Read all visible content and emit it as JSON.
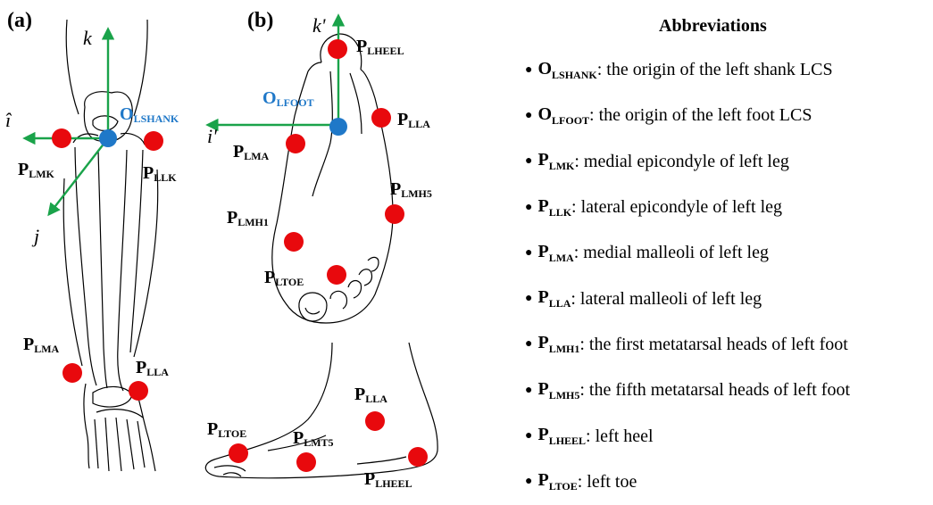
{
  "panels": {
    "a": "(a)",
    "b": "(b)"
  },
  "colors": {
    "marker": "#e8090d",
    "origin": "#1f78c8",
    "axis": "#1aa34a"
  },
  "axes_a": {
    "k": "k",
    "i": "î",
    "j": "j"
  },
  "axes_b": {
    "k": "k'",
    "i": "i'"
  },
  "origins": {
    "shank": {
      "main": "O",
      "sub": "LSHANK"
    },
    "foot": {
      "main": "O",
      "sub": "LFOOT"
    }
  },
  "labels_a": {
    "lmk": {
      "main": "P",
      "sub": "LMK"
    },
    "llk": {
      "main": "P",
      "sub": "LLK"
    },
    "lma": {
      "main": "P",
      "sub": "LMA"
    },
    "lla": {
      "main": "P",
      "sub": "LLA"
    }
  },
  "labels_b_top": {
    "lheel": {
      "main": "P",
      "sub": "LHEEL"
    },
    "lla": {
      "main": "P",
      "sub": "LLA"
    },
    "lma": {
      "main": "P",
      "sub": "LMA"
    },
    "lmh5": {
      "main": "P",
      "sub": "LMH5"
    },
    "lmh1": {
      "main": "P",
      "sub": "LMH1"
    },
    "ltoe": {
      "main": "P",
      "sub": "LTOE"
    }
  },
  "labels_b_side": {
    "lla": {
      "main": "P",
      "sub": "LLA"
    },
    "ltoe": {
      "main": "P",
      "sub": "LTOE"
    },
    "lmt5": {
      "main": "P",
      "sub": "LMT5"
    },
    "lheel": {
      "main": "P",
      "sub": "LHEEL"
    }
  },
  "abbreviations": {
    "title": "Abbreviations",
    "items": [
      {
        "main": "O",
        "sub": "LSHANK",
        "desc": ": the origin of the left shank LCS"
      },
      {
        "main": "O",
        "sub": "LFOOT",
        "desc": ": the origin of the left foot LCS"
      },
      {
        "main": "P",
        "sub": "LMK",
        "desc": ": medial epicondyle of left leg"
      },
      {
        "main": "P",
        "sub": "LLK",
        "desc": " : lateral epicondyle of left leg"
      },
      {
        "main": "P",
        "sub": "LMA",
        "desc": ": medial malleoli of left leg"
      },
      {
        "main": "P",
        "sub": "LLA",
        "desc": " : lateral malleoli of left leg"
      },
      {
        "main": "P",
        "sub": "LMH1",
        "desc": ": the first metatarsal heads of left foot"
      },
      {
        "main": "P",
        "sub": "LMH5",
        "desc": ": the fifth metatarsal heads of left foot"
      },
      {
        "main": "P",
        "sub": "LHEEL",
        "desc": ": left heel"
      },
      {
        "main": "P",
        "sub": "LTOE",
        "desc": ": left toe"
      }
    ]
  }
}
